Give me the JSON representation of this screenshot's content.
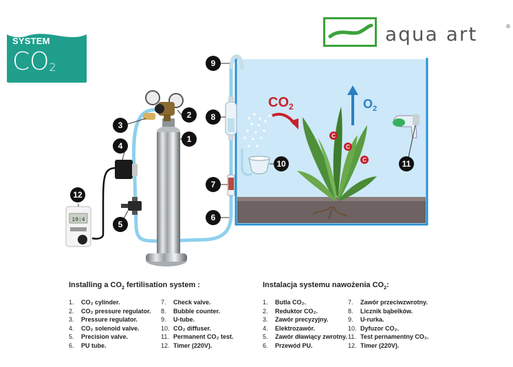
{
  "badge": {
    "line1": "SYSTEM",
    "line2": "CO",
    "line2_sub": "2"
  },
  "logo": {
    "text": "aqua art",
    "reg": "®"
  },
  "diagram": {
    "co2_label": "CO",
    "co2_sub": "2",
    "o2_label": "O",
    "o2_sub": "2",
    "plant_marker": "C",
    "markers": [
      "1",
      "2",
      "3",
      "4",
      "5",
      "6",
      "7",
      "8",
      "9",
      "10",
      "11",
      "12"
    ],
    "timer_display": "19:4"
  },
  "legend_en": {
    "title": "Installing a CO",
    "title_sub": "2",
    "title_rest": " fertilisation system :",
    "items": [
      {
        "n": "1.",
        "t": "CO₂ cylinder."
      },
      {
        "n": "2.",
        "t": "CO₂ pressure regulator."
      },
      {
        "n": "3.",
        "t": "Pressure regulator."
      },
      {
        "n": "4.",
        "t": "CO₂ solenoid valve."
      },
      {
        "n": "5.",
        "t": "Precision valve."
      },
      {
        "n": "6.",
        "t": "PU tube."
      },
      {
        "n": "7.",
        "t": "Check valve."
      },
      {
        "n": "8.",
        "t": "Bubble counter."
      },
      {
        "n": "9.",
        "t": "U-tube."
      },
      {
        "n": "10.",
        "t": "CO₂ diffuser."
      },
      {
        "n": "11.",
        "t": "Permanent CO₂ test."
      },
      {
        "n": "12.",
        "t": "Timer (220V)."
      }
    ]
  },
  "legend_pl": {
    "title": "Instalacja systemu nawożenia CO",
    "title_sub": "2",
    "title_rest": ":",
    "items": [
      {
        "n": "1.",
        "t": "Butla CO₂."
      },
      {
        "n": "2.",
        "t": "Reduktor CO₂."
      },
      {
        "n": "3.",
        "t": "Zawór precyzyjny."
      },
      {
        "n": "4.",
        "t": "Elektrozawór."
      },
      {
        "n": "5.",
        "t": "Zawór dławiący zwrotny."
      },
      {
        "n": "6.",
        "t": "Przewód PU."
      },
      {
        "n": "7.",
        "t": "Zawór przeciwzwrotny."
      },
      {
        "n": "8.",
        "t": "Licznik bąbelków."
      },
      {
        "n": "9.",
        "t": "U-rurka."
      },
      {
        "n": "10.",
        "t": "Dyfuzor CO₂."
      },
      {
        "n": "11.",
        "t": "Test pernamentny CO₂."
      },
      {
        "n": "12.",
        "t": "Timer (220V)."
      }
    ]
  },
  "colors": {
    "badge": "#1f9f8c",
    "logo_green": "#3aa23a",
    "tube": "#8fd0ec",
    "water": "#cde8f8",
    "gravel": "#6e6262",
    "co2_red": "#c8202a",
    "o2_blue": "#2a7fc4"
  }
}
